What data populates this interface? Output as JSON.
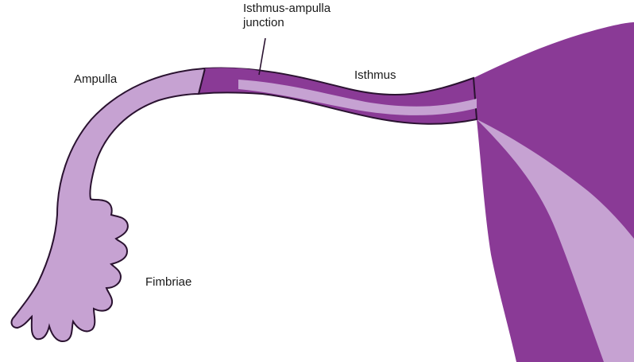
{
  "labels": {
    "ampulla": "Ampulla",
    "junction_line1": "Isthmus-ampulla",
    "junction_line2": "junction",
    "isthmus": "Isthmus",
    "fimbriae": "Fimbriae"
  },
  "colors": {
    "uterus_wall": "#8a3a96",
    "tube_lumen": "#c6a2d2",
    "outline": "#2a1230",
    "background": "#ffffff"
  }
}
